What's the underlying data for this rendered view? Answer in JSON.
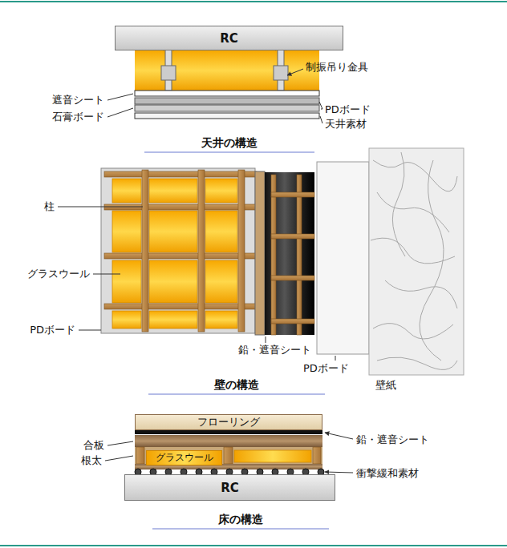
{
  "diagram": {
    "nodes": [
      {
        "text": [
          "RC"
        ]
      },
      {
        "text": [
          "フローリング"
        ]
      },
      {
        "text": [
          "グラスウール"
        ]
      },
      {
        "text": [
          "RC"
        ]
      }
    ],
    "labels": [
      "制振吊り金具",
      "遮音シート",
      "PDボード",
      "石膏ボード",
      "天井素材",
      "天井の構造",
      "柱",
      "グラスウール",
      "PDボード",
      "鉛・遮音シート",
      "PDボード",
      "壁紙",
      "壁の構造",
      "合板",
      "根太",
      "鉛・遮音シート",
      "衝撃緩和素材",
      "床の構造"
    ]
  }
}
